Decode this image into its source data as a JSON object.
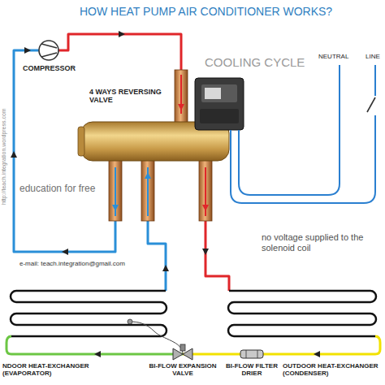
{
  "diagram": {
    "title": "HOW HEAT PUMP AIR CONDITIONER WORKS?",
    "labels": [
      "COMPRESSOR",
      "COOLING CYCLE",
      "NEUTRAL",
      "LINE",
      "4 WAYS REVERSING VALVE",
      "education for free",
      "http://teach.integration.wordpress.com",
      "e-mail: teach.integration@gmail.com",
      "no voltage supplied to the solenoid coil",
      "NDOOR HEAT-EXCHANGER (EVAPORATOR)",
      "BI-FLOW EXPANSION VALVE",
      "BI-FLOW FILTER DRIER",
      "OUTDOOR HEAT-EXCHANGER (CONDENSER)"
    ]
  }
}
